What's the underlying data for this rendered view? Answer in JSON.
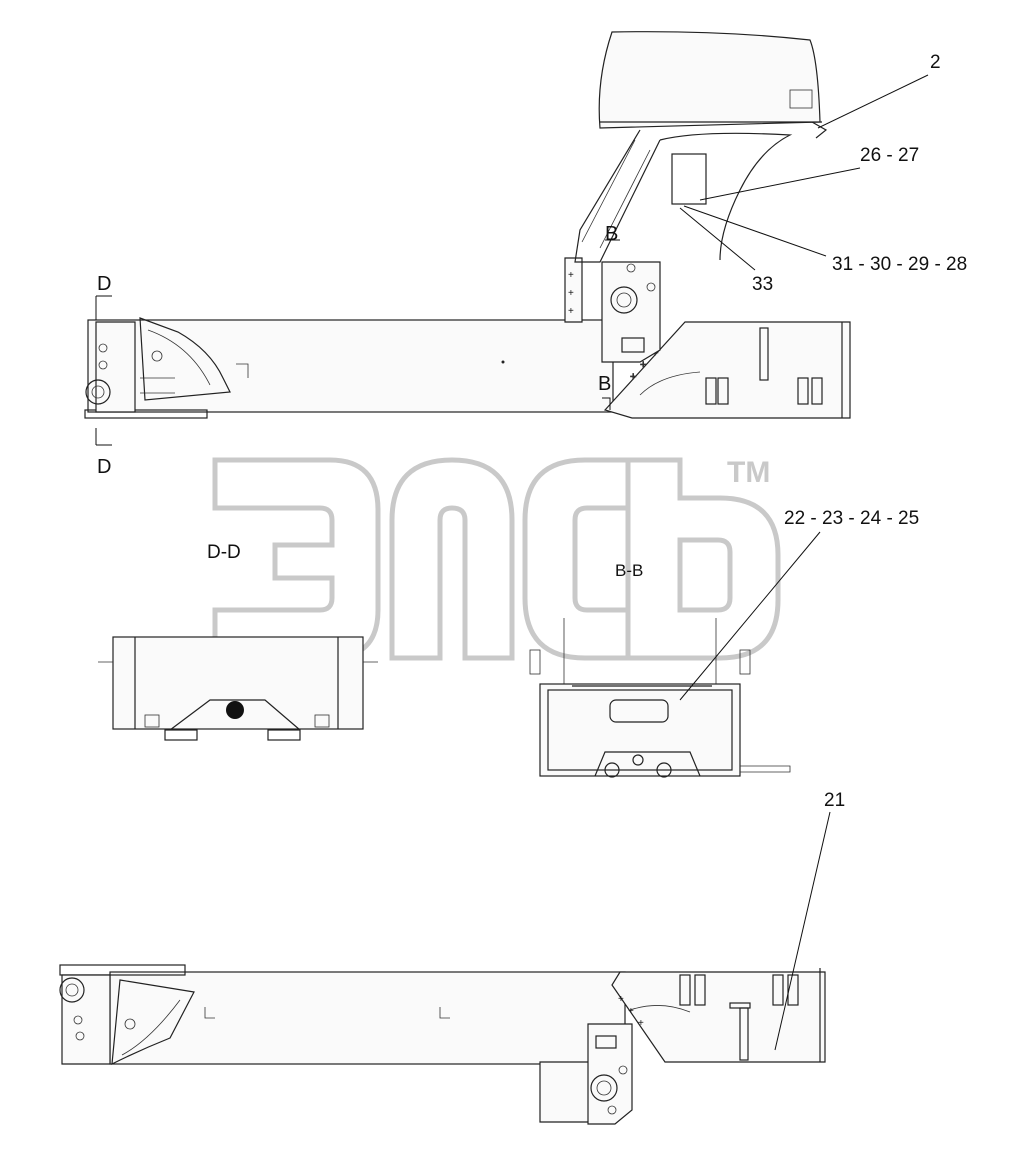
{
  "watermark": {
    "trademark": "TM"
  },
  "section_labels": {
    "d_top": "D",
    "d_bottom": "D",
    "b_top": "B",
    "b_bottom": "B",
    "dd_view": "D-D",
    "bb_view": "B-B"
  },
  "callouts": {
    "c2": "2",
    "c26_27": "26 - 27",
    "c31_28": "31 - 30 - 29 - 28",
    "c33": "33",
    "c22_25": "22 - 23 - 24 - 25",
    "c21": "21"
  },
  "colors": {
    "line": "#222222",
    "watermark": "#c9c9c9",
    "background": "#ffffff"
  }
}
